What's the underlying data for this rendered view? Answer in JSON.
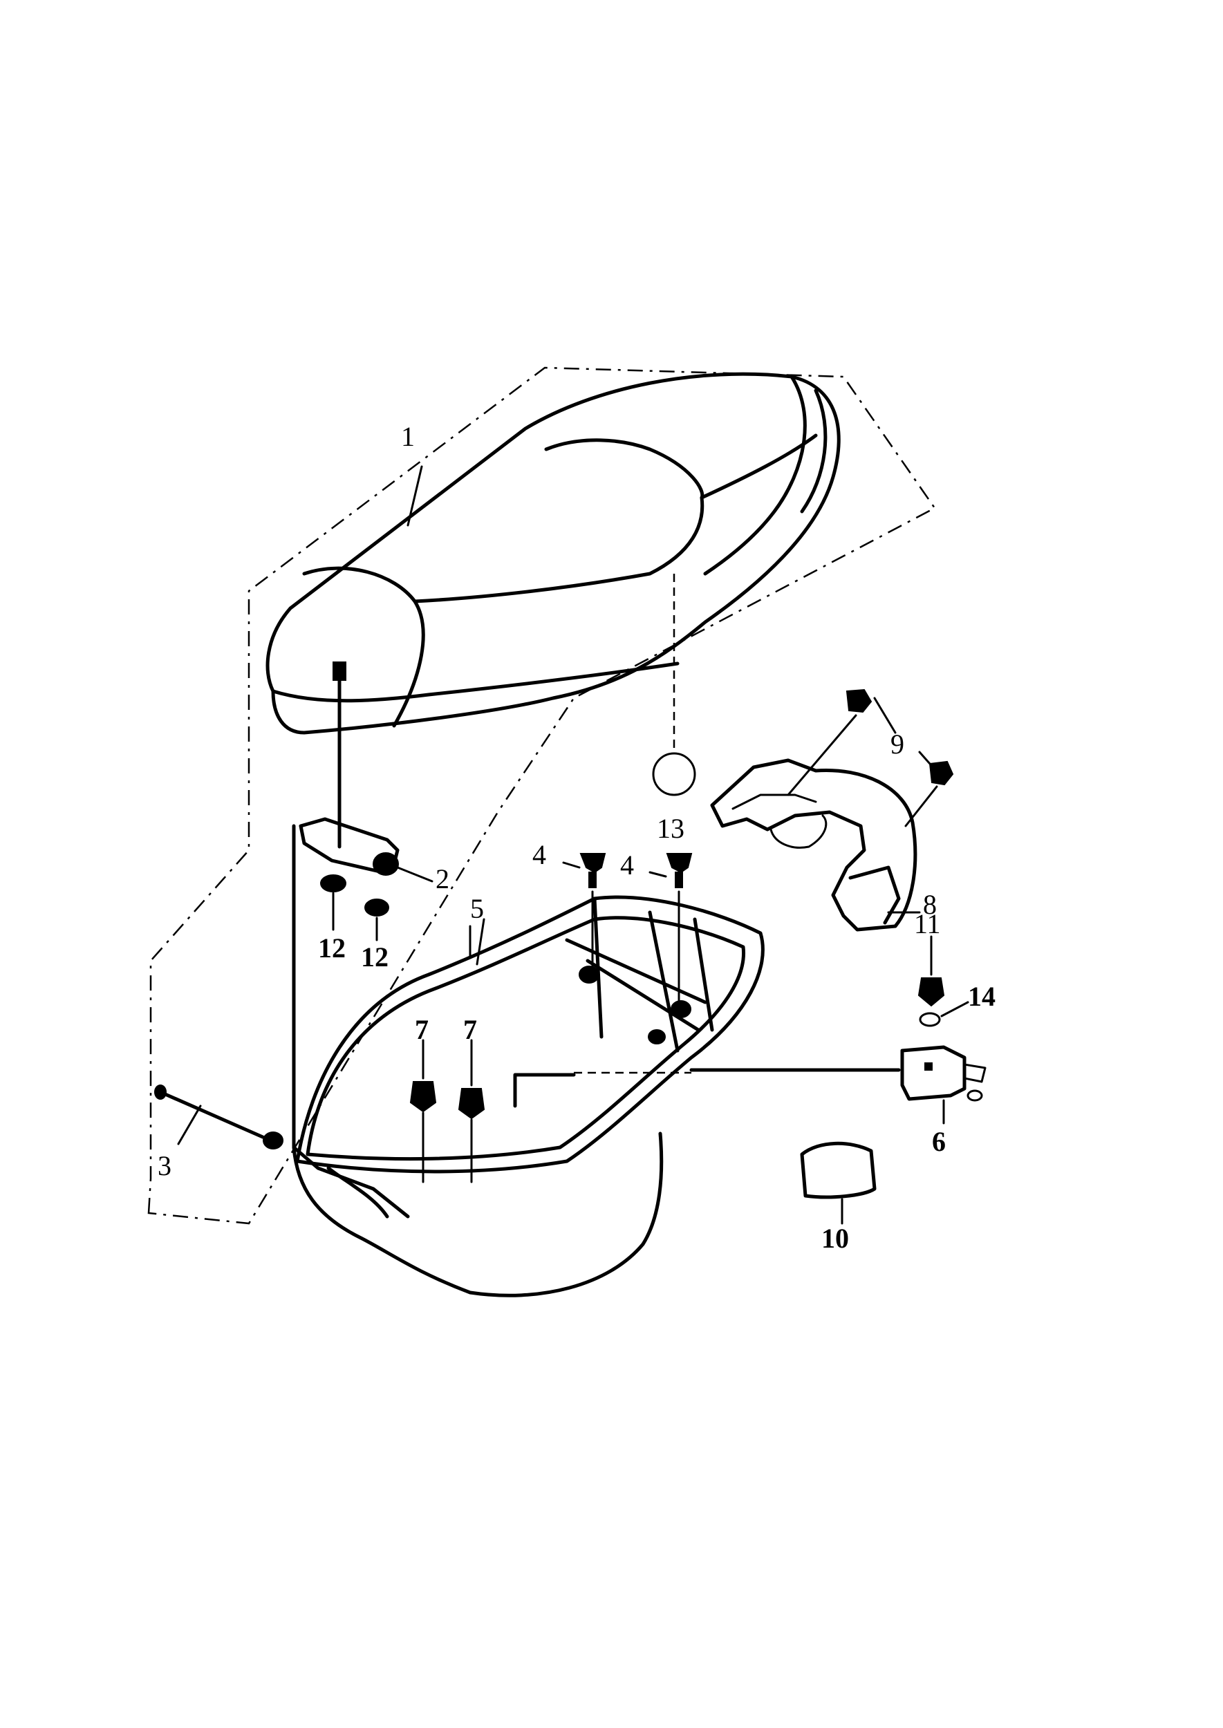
{
  "diagram": {
    "callouts": {
      "c1": "1",
      "c2": "2",
      "c3": "3",
      "c4a": "4",
      "c4b": "4",
      "c5": "5",
      "c6": "6",
      "c7a": "7",
      "c7b": "7",
      "c8": "8",
      "c9": "9",
      "c10": "10",
      "c11": "11",
      "c12a": "12",
      "c12b": "12",
      "c13": "13",
      "c14": "14"
    }
  }
}
